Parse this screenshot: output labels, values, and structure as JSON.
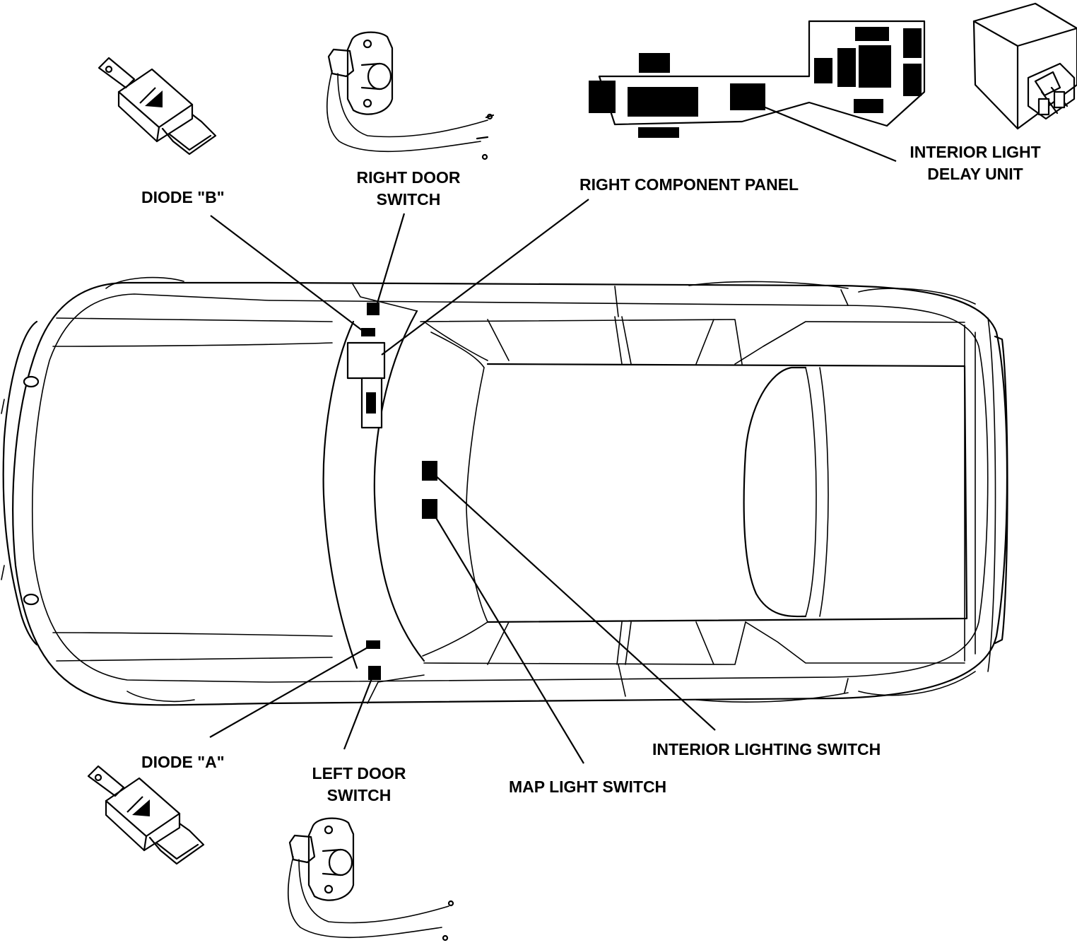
{
  "labels": {
    "diode_b": "DIODE \"B\"",
    "right_door_switch": [
      "RIGHT DOOR",
      "SWITCH"
    ],
    "right_component_panel": "RIGHT COMPONENT PANEL",
    "interior_light_delay_unit": [
      "INTERIOR LIGHT",
      "DELAY UNIT"
    ],
    "diode_a": "DIODE \"A\"",
    "left_door_switch": [
      "LEFT DOOR",
      "SWITCH"
    ],
    "map_light_switch": "MAP LIGHT SWITCH",
    "interior_lighting_switch": "INTERIOR LIGHTING SWITCH"
  },
  "icons": [
    "diode-icon",
    "door-switch-icon",
    "relay-icon",
    "component-panel-icon",
    "car-top-view"
  ],
  "colors": {
    "line": "#000000",
    "background": "#ffffff"
  }
}
